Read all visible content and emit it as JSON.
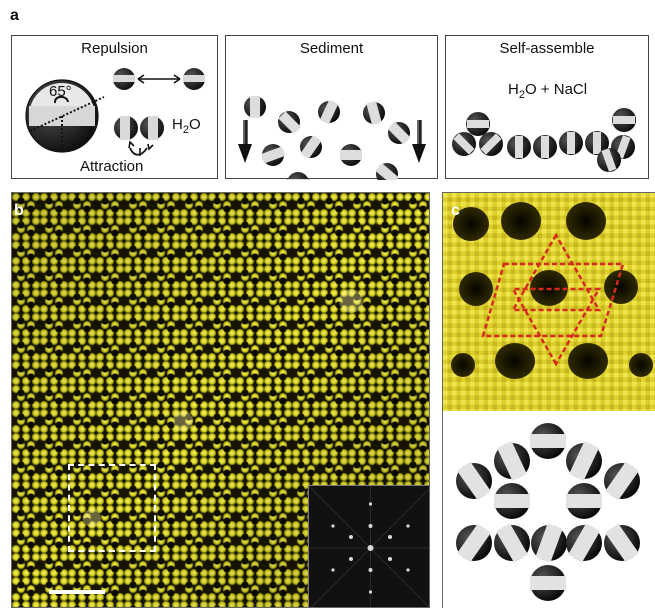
{
  "figure": {
    "panel_a": {
      "letter": "a",
      "boxes": [
        {
          "title": "Repulsion",
          "angle_label": "65°",
          "bottom_label": "Attraction",
          "water_label": "H",
          "water_subscript": "2",
          "water_tail": "O"
        },
        {
          "title": "Sediment"
        },
        {
          "title": "Self-assemble",
          "formula_prefix": "H",
          "formula_subscript": "2",
          "formula_suffix": "O + NaCl"
        }
      ]
    },
    "panel_b": {
      "letter": "b"
    },
    "panel_c": {
      "letter": "c"
    }
  }
}
